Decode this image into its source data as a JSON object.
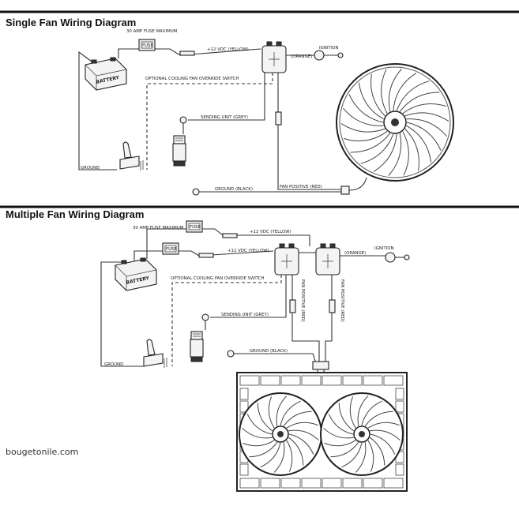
{
  "single": {
    "title": "Single Fan Wiring Diagram",
    "fuse_label": "30 AMP FUSE MAXIMUM",
    "fuse_text": "FUSE",
    "wire_12v": "+12 VDC (YELLOW)",
    "orange": "(ORANGE)",
    "ignition": "IGNITION",
    "battery": "BATTERY",
    "override": "OPTIONAL COOLING FAN OVERRIDE SWITCH",
    "sending_unit": "SENDING UNIT (GREY)",
    "ground_left": "GROUND",
    "ground_black": "GROUND (BLACK)",
    "fan_positive": "FAN POSITIVE (RED)"
  },
  "multiple": {
    "title": "Multiple Fan Wiring Diagram",
    "fuse_label": "30 AMP FUSE MAXIMUM",
    "fuse_text_1": "FUSE",
    "fuse_text_2": "FUSE",
    "wire_12v_1": "+12 VDC (YELLOW)",
    "wire_12v_2": "+12 VDC (YELLOW)",
    "orange": "(ORANGE)",
    "ignition": "IGNITION",
    "battery": "BATTERY",
    "override": "OPTIONAL COOLING FAN OVERRIDE SWITCH",
    "sending_unit": "SENDING UNIT (GREY)",
    "ground_left": "GROUND",
    "ground_black": "GROUND (BLACK)",
    "fan_positive_1": "FAN POSITIVE (RED)",
    "fan_positive_2": "FAN POSITIVE (RED)"
  },
  "watermark": "bougetonile.com"
}
